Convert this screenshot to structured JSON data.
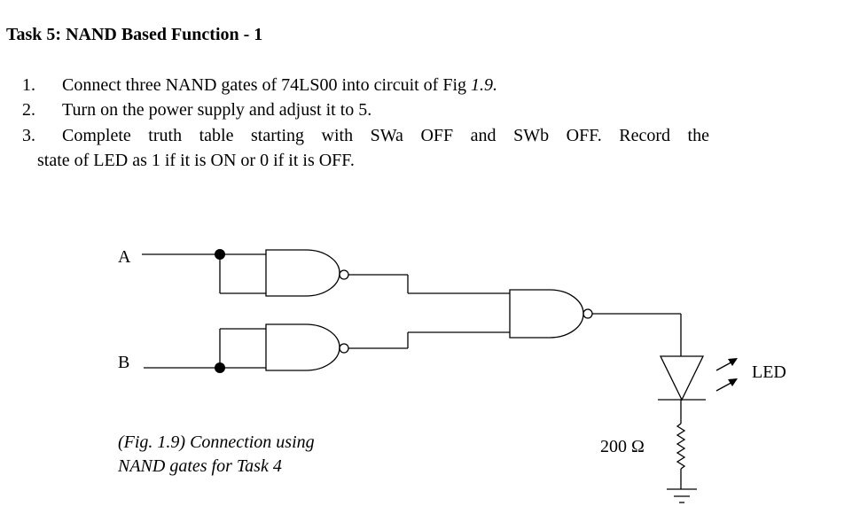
{
  "task": {
    "title": "Task 5: NAND Based Function - 1"
  },
  "steps": [
    {
      "num": "1.",
      "text": "Connect three NAND gates of 74LS00 into circuit of Fig ",
      "ref": "1.9."
    },
    {
      "num": "2.",
      "text": "Turn on the power supply and adjust it to 5."
    },
    {
      "num": "3.",
      "text_line1": "Complete truth table starting with SWa OFF and SWb OFF. Record the",
      "text_line2": "state of LED as 1 if it is ON or 0 if it is OFF."
    }
  ],
  "figure": {
    "input_a": "A",
    "input_b": "B",
    "led_label": "LED",
    "resistor_label": "200 Ω",
    "caption_line1": "(Fig. 1.9) Connection using",
    "caption_line2": "NAND gates for Task 4"
  }
}
